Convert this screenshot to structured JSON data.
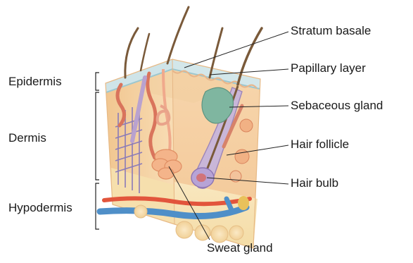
{
  "labels": {
    "left": {
      "epidermis": "Epidermis",
      "dermis": "Dermis",
      "hypodermis": "Hypodermis"
    },
    "right": {
      "stratum_basale": "Stratum basale",
      "papillary_layer": "Papillary layer",
      "sebaceous_gland": "Sebaceous gland",
      "hair_follicle": "Hair follicle",
      "hair_bulb": "Hair bulb"
    },
    "bottom": {
      "sweat_gland": "Sweat gland"
    }
  },
  "colors": {
    "epidermis": "#cfe3e6",
    "dermis": "#f6d3a8",
    "hypodermis": "#f8e4b8",
    "artery": "#e2553c",
    "vein": "#4f8fc8",
    "hair": "#7a5a3a",
    "sebaceous": "#7fb6a0",
    "follicle": "#c9b6d8",
    "nerve": "#e9c15a",
    "lymph": "#8a7bb8"
  }
}
